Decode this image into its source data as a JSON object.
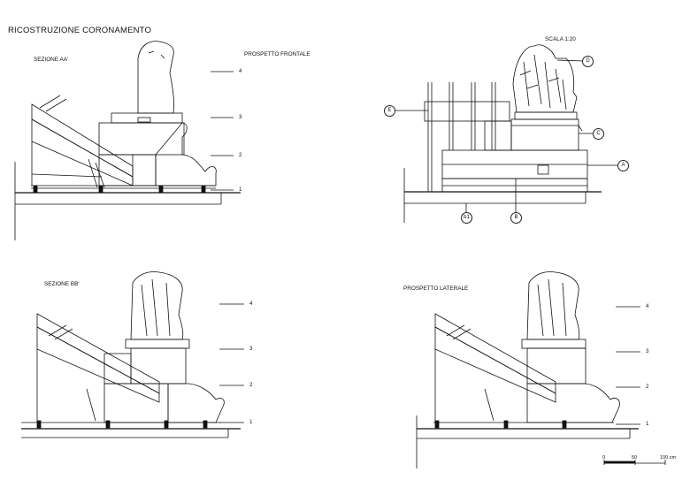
{
  "title": "RICOSTRUZIONE CORONAMENTO",
  "scale": "SCALA 1:20",
  "views": {
    "section_aa": "SEZIONE AA'",
    "front_elevation": "PROSPETTO FRONTALE",
    "section_bb": "SEZIONE BB'",
    "side_elevation": "PROSPETTO LATERALE"
  },
  "levels": {
    "l1": "1",
    "l2": "2",
    "l3": "3",
    "l4": "4"
  },
  "callouts": {
    "a": "A",
    "b": "B",
    "b1": "b1",
    "c": "C",
    "d": "D",
    "e": "E"
  },
  "scalebar": {
    "t0": "0",
    "t50": "50",
    "t100": "100 cm"
  }
}
